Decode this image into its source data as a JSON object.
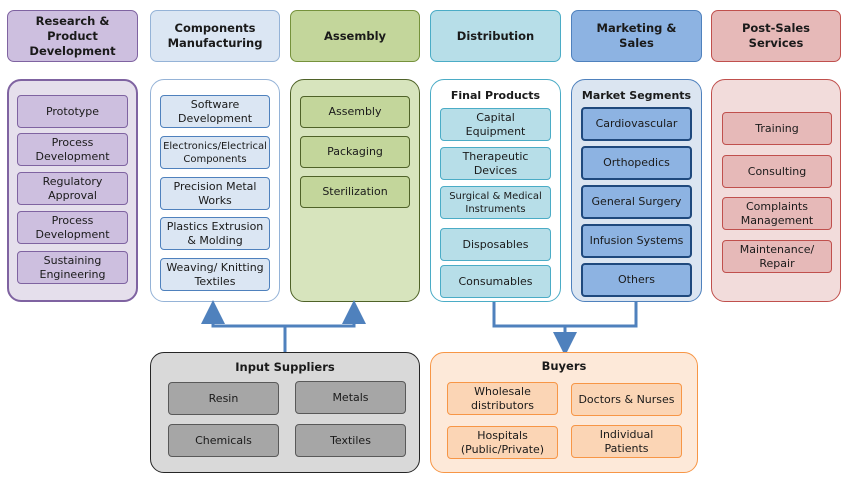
{
  "headers": {
    "rnd": "Research & Product Development",
    "components": "Components Manufacturing",
    "assembly": "Assembly",
    "distribution": "Distribution",
    "marketing": "Marketing & Sales",
    "post_sales": "Post-Sales Services"
  },
  "rnd_items": [
    "Prototype",
    "Process Development",
    "Regulatory Approval",
    "Process Development",
    "Sustaining Engineering"
  ],
  "component_items": [
    "Software Development",
    "Electronics/Electrical Components",
    "Precision Metal Works",
    "Plastics Extrusion & Molding",
    "Weaving/ Knitting Textiles"
  ],
  "assembly_items": [
    "Assembly",
    "Packaging",
    "Sterilization"
  ],
  "distribution": {
    "title": "Final Products",
    "items": [
      "Capital Equipment",
      "Therapeutic Devices",
      "Surgical & Medical Instruments",
      "Disposables",
      "Consumables"
    ]
  },
  "marketing": {
    "title": "Market Segments",
    "items": [
      "Cardiovascular",
      "Orthopedics",
      "General Surgery",
      "Infusion Systems",
      "Others"
    ]
  },
  "post_sales_items": [
    "Training",
    "Consulting",
    "Complaints Management",
    "Maintenance/ Repair"
  ],
  "input_suppliers": {
    "title": "Input Suppliers",
    "items": [
      "Resin",
      "Metals",
      "Chemicals",
      "Textiles"
    ]
  },
  "buyers": {
    "title": "Buyers",
    "items": [
      "Wholesale distributors",
      "Doctors & Nurses",
      "Hospitals (Public/Private)",
      "Individual Patients"
    ]
  },
  "colors": {
    "purple": "#cdbfdf",
    "blue_light": "#dbe6f3",
    "green": "#c3d69b",
    "teal": "#b7dee8",
    "blue": "#8db3e2",
    "pink": "#e6b9b8",
    "gray": "#a6a6a6",
    "orange": "#fbd5b5",
    "arrow": "#4f81bd"
  }
}
